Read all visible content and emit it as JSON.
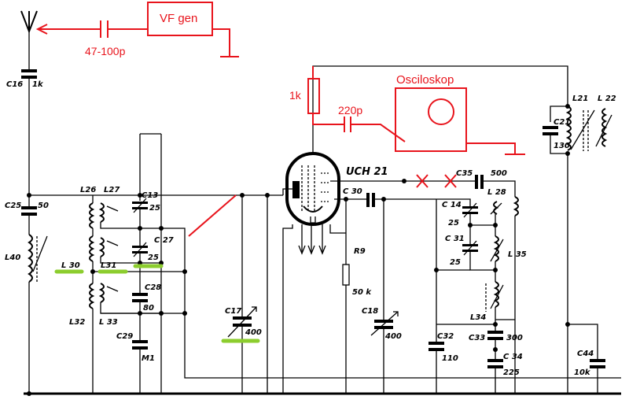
{
  "instruments": {
    "generator": "VF gen",
    "generator_coupling": "47-100p",
    "oscilloscope": "Osciloskop",
    "series_resistor": "1k",
    "probe_capacitor": "220p"
  },
  "tube": {
    "type": "UCH 21"
  },
  "labels": {
    "C16": "C16",
    "C16v": "1k",
    "C25": "C25",
    "C25v": "50",
    "L40": "L40",
    "L26": "L26",
    "L27": "L27",
    "C13": "C13",
    "C13v": "25",
    "C27": "C 27",
    "C27v": "25",
    "L30": "L 30",
    "L31": "L31",
    "C28": "C28",
    "C28v": "80",
    "L32": "L32",
    "L33": "L 33",
    "C29": "C29",
    "C29v": "M1",
    "C17": "C17",
    "C17v": "400",
    "C30": "C 30",
    "R9": "R9",
    "R9v": "50 k",
    "C18": "C18",
    "C18v": "400",
    "C35": "C35",
    "C35v": "500",
    "C14": "C 14",
    "C14v": "25",
    "L28": "L 28",
    "C31": "C 31",
    "C31v": "25",
    "L35": "L 35",
    "L34": "L34",
    "C32": "C32",
    "C32v": "110",
    "C33": "C33",
    "C33v": "300",
    "C34": "C 34",
    "C34v": "225",
    "L21": "L21",
    "L22": "L 22",
    "C21": "C21",
    "C21v": "130",
    "C44": "C44",
    "C44v": "10k"
  },
  "colors": {
    "ink": "#000000",
    "annotation": "#e8141c",
    "highlight": "#8ccd2e"
  }
}
